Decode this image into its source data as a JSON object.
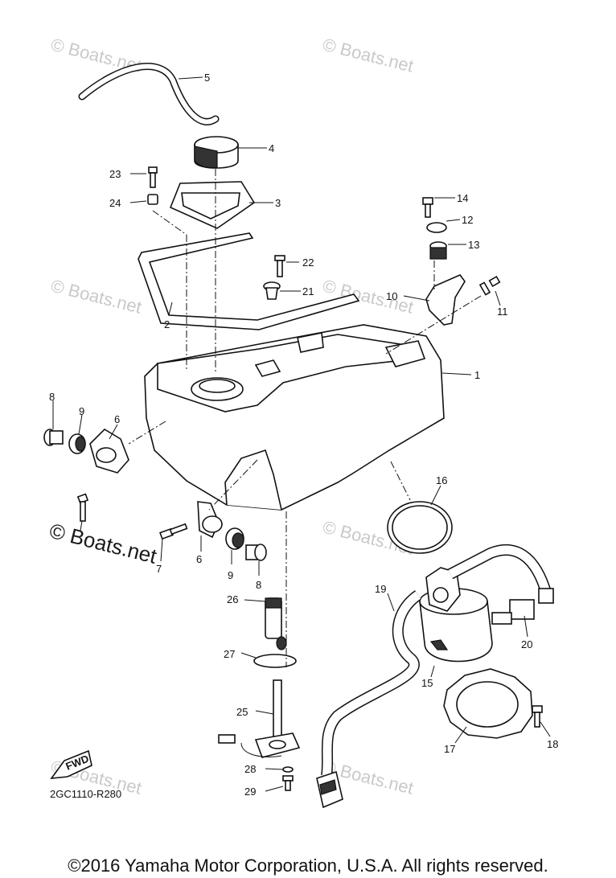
{
  "diagram": {
    "drawing_code": "2GC1110-R280",
    "fwd_label": "FWD",
    "copyright": "©2016 Yamaha Motor Corporation, U.S.A. All rights reserved.",
    "watermark_text": "Boats.net",
    "watermark_main": "© Boats.net",
    "callouts": [
      "1",
      "2",
      "3",
      "4",
      "5",
      "6",
      "6",
      "7",
      "8",
      "8",
      "9",
      "9",
      "10",
      "11",
      "12",
      "13",
      "14",
      "15",
      "16",
      "17",
      "18",
      "19",
      "20",
      "21",
      "22",
      "23",
      "24",
      "25",
      "26",
      "27",
      "28",
      "29"
    ]
  }
}
